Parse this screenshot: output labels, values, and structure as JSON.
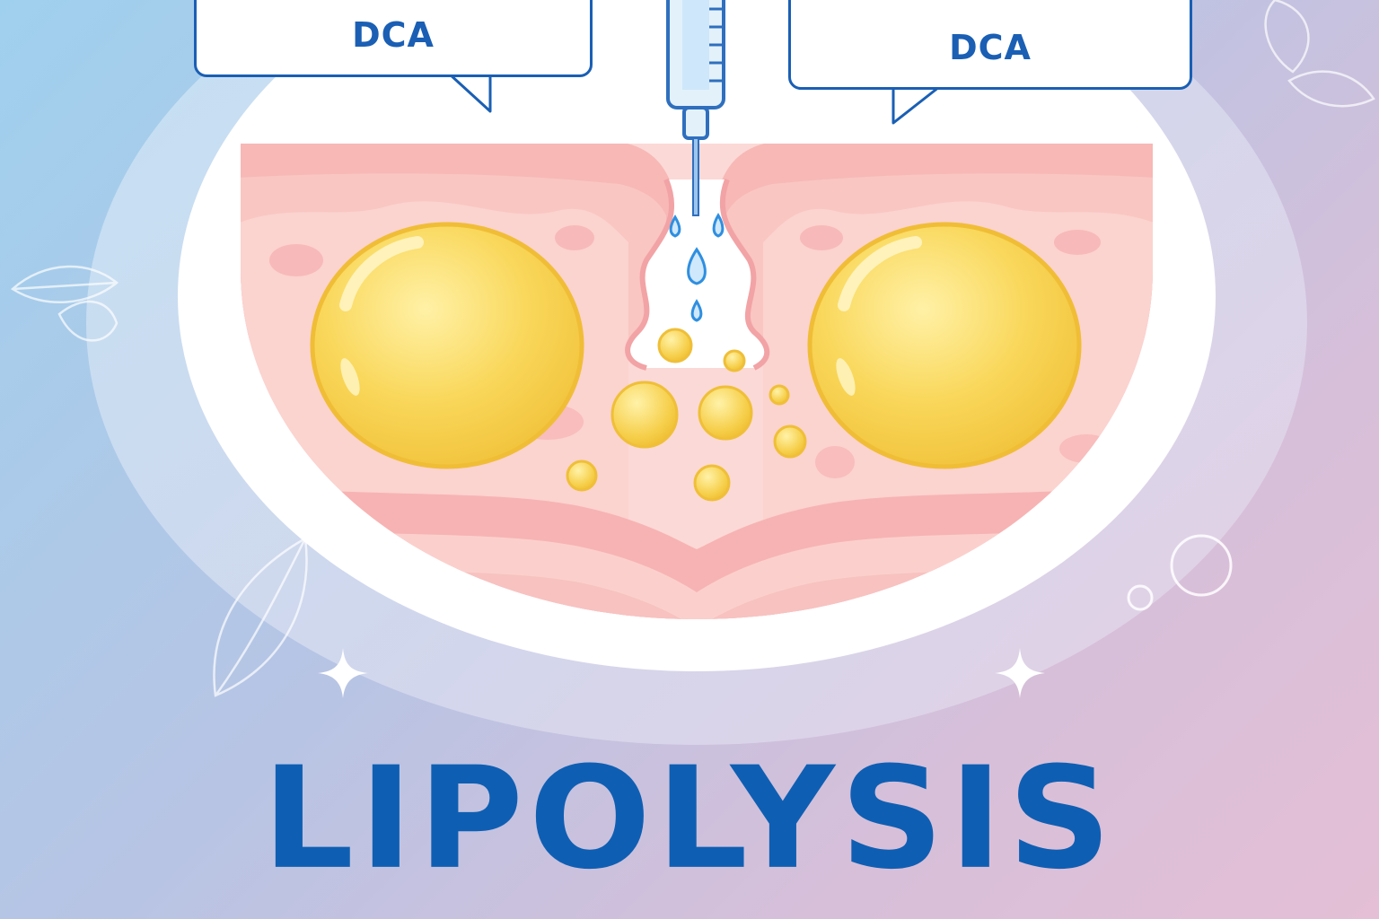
{
  "labels": {
    "left_callout": "DCA",
    "right_callout": "DCA"
  },
  "title": "LIPOLYSIS",
  "colors": {
    "brand_blue": "#0e5fb3",
    "callout_border": "#1a5fb4",
    "fat_yellow": "#f7d24a",
    "skin_pink": "#f5b3b3",
    "skin_light": "#fbd6d3",
    "droplet_blue": "#2f8fe0"
  },
  "icons": [
    "syringe-icon",
    "leaf-icon",
    "sparkle-icon",
    "bubble-icon",
    "droplet-icon"
  ]
}
